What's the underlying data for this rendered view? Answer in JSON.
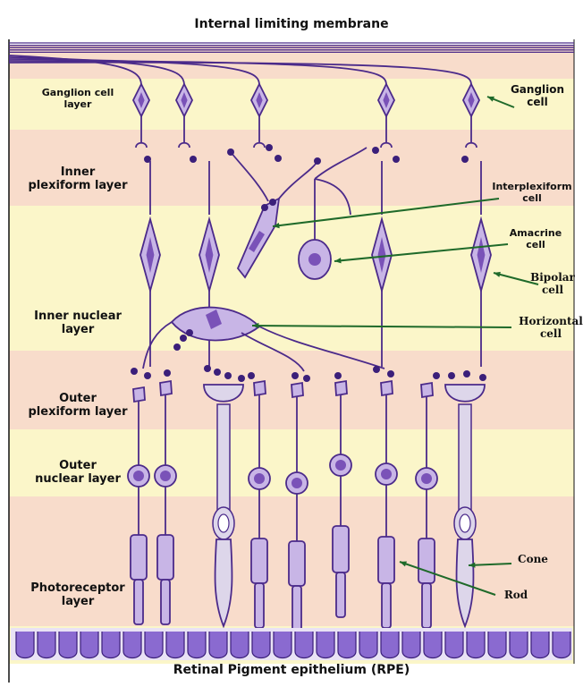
{
  "top_title": "Internal limiting membrane",
  "bottom_title": "Retinal Pigment epithelium (RPE)",
  "layers": [
    {
      "id": "ganglion",
      "line1": "Ganglion cell",
      "line2": "layer",
      "fill": "#fbf6c9"
    },
    {
      "id": "ipl",
      "line1": "Inner",
      "line2": "plexiform layer",
      "fill": "#f8dccb"
    },
    {
      "id": "inl",
      "line1": "Inner nuclear",
      "line2": "layer",
      "fill": "#fbf6c9"
    },
    {
      "id": "opl",
      "line1": "Outer",
      "line2": "plexiform layer",
      "fill": "#f8dccb"
    },
    {
      "id": "onl",
      "line1": "Outer",
      "line2": "nuclear layer",
      "fill": "#fbf6c9"
    },
    {
      "id": "photo",
      "line1": "Photoreceptor",
      "line2": "layer",
      "fill": "#f8dccb"
    }
  ],
  "cell_labels": {
    "ganglion": {
      "line1": "Ganglion",
      "line2": "cell"
    },
    "interplexiform": {
      "line1": "Interplexiform",
      "line2": "cell"
    },
    "amacrine": {
      "line1": "Amacrine",
      "line2": "cell"
    },
    "bipolar": {
      "line1": "Bipolar",
      "line2": "cell"
    },
    "horizontal": {
      "line1": "Horizontal",
      "line2": "cell"
    },
    "cone": {
      "line1": "Cone",
      "line2": ""
    },
    "rod": {
      "line1": "Rod",
      "line2": ""
    }
  },
  "colors": {
    "neuron_stroke": "#4b2a8a",
    "neuron_fill": "#c8b5e6",
    "nucleus": "#7a52b8",
    "terminal": "#3b1f7a",
    "cone_fill": "#ddd6ea",
    "arrow": "#1f6a2a",
    "rpe": "#8a6ad0"
  }
}
